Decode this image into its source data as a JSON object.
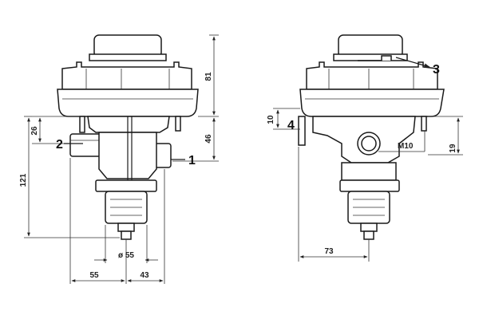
{
  "dimensions": {
    "d81": "81",
    "d46": "46",
    "d26": "26",
    "d121": "121",
    "d55a": "55",
    "d43": "43",
    "dia55": "ø 55",
    "d10": "10",
    "d19": "19",
    "d73": "73",
    "m10": "M10"
  },
  "callouts": {
    "c1": "1",
    "c2": "2",
    "c3": "3",
    "c4": "4"
  }
}
